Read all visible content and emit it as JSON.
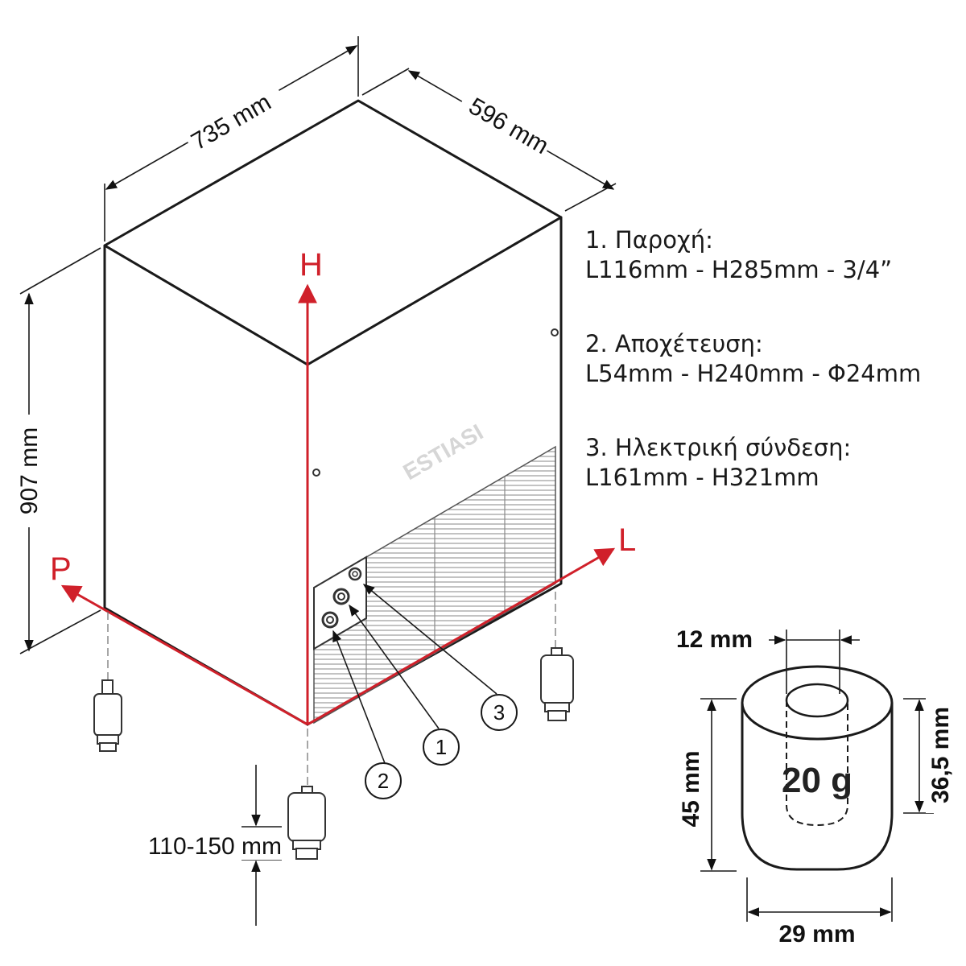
{
  "dimensions": {
    "width": "735 mm",
    "depth": "596 mm",
    "height": "907 mm",
    "leg_height": "110-150 mm"
  },
  "axes": {
    "h": "H",
    "l": "L",
    "p": "P"
  },
  "callouts": [
    "1",
    "2",
    "3"
  ],
  "legend": [
    {
      "title": "1. Παροχή:",
      "detail": "L116mm - H285mm - 3/4”"
    },
    {
      "title": "2. Αποχέτευση:",
      "detail": "L54mm - H240mm - Φ24mm"
    },
    {
      "title": "3. Ηλεκτρική σύνδεση:",
      "detail": "L161mm - H321mm"
    }
  ],
  "ice_cube": {
    "hole_diameter": "12 mm",
    "height": "45 mm",
    "hole_depth": "36,5 mm",
    "diameter": "29 mm",
    "weight": "20 g"
  },
  "watermark": "ESTIASI",
  "colors": {
    "axis": "#d0202a",
    "line": "#1a1a1a"
  }
}
